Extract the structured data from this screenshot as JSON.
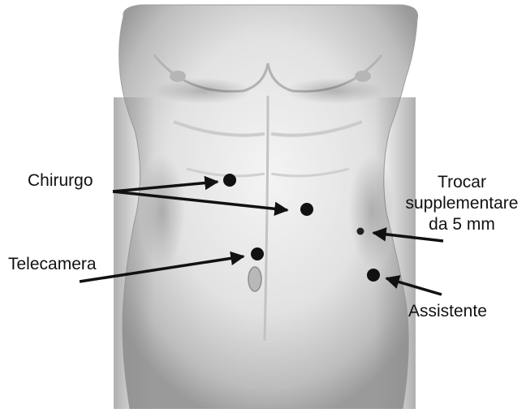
{
  "labels": {
    "surgeon": "Chirurgo",
    "camera": "Telecamera",
    "extra_trocar_line1": "Trocar",
    "extra_trocar_line2": "supplementare",
    "extra_trocar_line3": "da 5 mm",
    "assistant": "Assistente"
  },
  "colors": {
    "port": "#111111",
    "arrow": "#111111",
    "skin_light": "#f1f1f1",
    "skin_mid": "#cfcfcf",
    "skin_shadow": "#a9a9a9"
  }
}
